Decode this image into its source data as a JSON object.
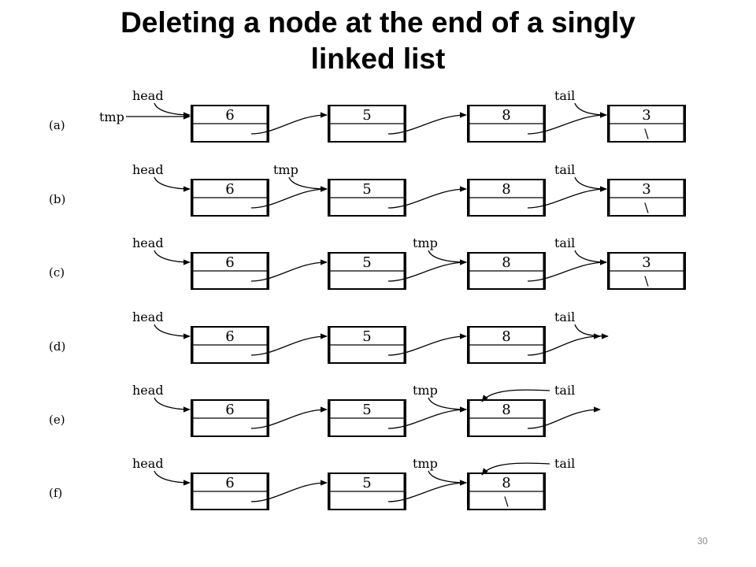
{
  "slide": {
    "title_line1": "Deleting a node at the end of a singly",
    "title_line2": "linked list",
    "page_number": "30"
  },
  "labels": {
    "head": "head",
    "tail": "tail",
    "tmp": "tmp",
    "null_mark": "\\"
  },
  "rows": [
    {
      "step": "(a)",
      "nodes": [
        "6",
        "5",
        "8",
        "3"
      ],
      "tmp_at": 0,
      "tail_at": 3,
      "tail_dangling": false,
      "null_node": 3
    },
    {
      "step": "(b)",
      "nodes": [
        "6",
        "5",
        "8",
        "3"
      ],
      "tmp_at": 1,
      "tail_at": 3,
      "tail_dangling": false,
      "null_node": 3
    },
    {
      "step": "(c)",
      "nodes": [
        "6",
        "5",
        "8",
        "3"
      ],
      "tmp_at": 2,
      "tail_at": 3,
      "tail_dangling": false,
      "null_node": 3
    },
    {
      "step": "(d)",
      "nodes": [
        "6",
        "5",
        "8"
      ],
      "tmp_at": null,
      "tail_at": null,
      "tail_dangling": true,
      "null_node": null
    },
    {
      "step": "(e)",
      "nodes": [
        "6",
        "5",
        "8"
      ],
      "tmp_at": 2,
      "tail_at": 2,
      "tail_dangling": true,
      "null_node": null
    },
    {
      "step": "(f)",
      "nodes": [
        "6",
        "5",
        "8"
      ],
      "tmp_at": 2,
      "tail_at": 2,
      "tail_dangling": false,
      "null_node": 2
    }
  ]
}
